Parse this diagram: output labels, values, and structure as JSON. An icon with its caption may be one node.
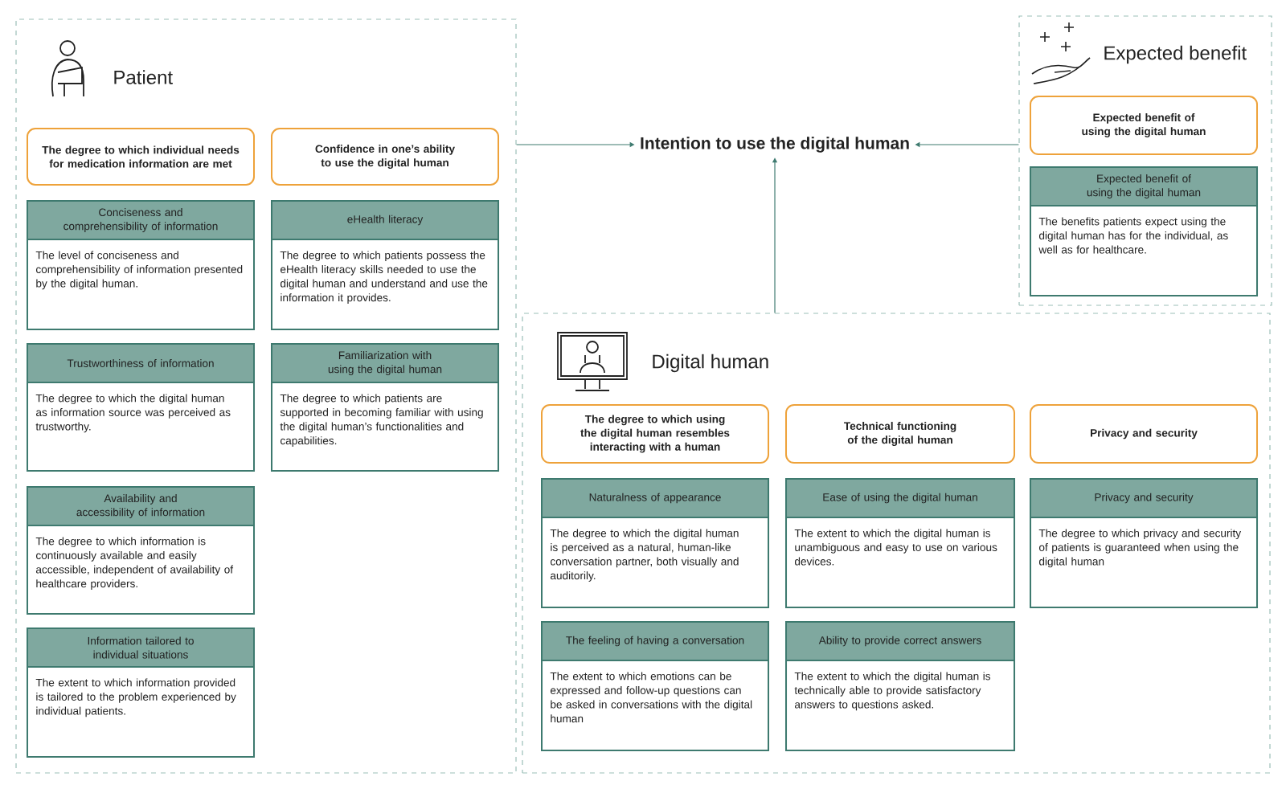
{
  "diagram": {
    "nodes": [
      {
        "text": [
          "Patient"
        ]
      },
      {
        "text": [
          "The degree to which individual needs for medication information are met"
        ],
        "in": 0
      },
      {
        "text": [
          "Confidence in one’s ability to use the digital human"
        ],
        "in": 0
      },
      {
        "text": [
          "Conciseness and comprehensibility of information",
          "The level of conciseness and comprehensibility of information presented by the digital human."
        ],
        "in": 0
      },
      {
        "text": [
          "eHealth literacy",
          "The degree to which patients possess the eHealth literacy skills needed to use the digital human and understand and use the information it provides."
        ],
        "in": 0
      },
      {
        "text": [
          "Trustworthiness of information",
          "The degree to which the digital human as information source was perceived as trustworthy."
        ],
        "in": 0
      },
      {
        "text": [
          "Familiarization with using the digital human",
          "The degree to which patients are supported in becoming familiar with using the digital human’s functionalities and capabilities."
        ],
        "in": 0
      },
      {
        "text": [
          "Availability and accessibility of information",
          "The degree to which information is continuously available and easily accessible, independent of availability of healthcare providers."
        ],
        "in": 0
      },
      {
        "text": [
          "Information tailored to individual situations",
          "The extent to which information provided is tailored to the problem experienced by individual patients."
        ],
        "in": 0
      },
      {
        "text": [
          "Intention to use the digital human"
        ]
      },
      {
        "text": [
          "Expected benefit"
        ]
      },
      {
        "text": [
          "Expected benefit of using the digital human"
        ],
        "in": 10
      },
      {
        "text": [
          "Expected benefit of using the digital human",
          "The benefits patients expect using the digital human has for the individual, as well as for healthcare."
        ],
        "in": 10
      },
      {
        "text": [
          "Digital human"
        ]
      },
      {
        "text": [
          "The degree to which using the digital human resembles interacting with a human"
        ],
        "in": 13
      },
      {
        "text": [
          "Technical functioning of the digital human"
        ],
        "in": 13
      },
      {
        "text": [
          "Privacy and security"
        ],
        "in": 13
      },
      {
        "text": [
          "Naturalness of appearance",
          "The degree to which the digital human is perceived as a natural, human-like conversation partner, both visually and auditorily."
        ],
        "in": 13
      },
      {
        "text": [
          "Ease of using the digital human",
          "The extent to which the digital human is unambiguous and easy to use on various devices."
        ],
        "in": 13
      },
      {
        "text": [
          "Privacy and security",
          "The degree to which privacy and security of patients is guaranteed when using the digital human"
        ],
        "in": 13
      },
      {
        "text": [
          "The feeling of having a conversation",
          "The extent to which emotions can be expressed and follow-up questions can be asked in conversations with the digital human"
        ],
        "in": 13
      },
      {
        "text": [
          "Ability to provide correct answers",
          "The extent to which the digital human is technically able to provide satisfactory answers to questions asked."
        ],
        "in": 13
      }
    ],
    "edges": [
      {
        "from": 0,
        "to": 9,
        "arrow": "to"
      },
      {
        "from": 10,
        "to": 9,
        "arrow": "to"
      },
      {
        "from": 13,
        "to": 9,
        "arrow": "to"
      }
    ]
  }
}
